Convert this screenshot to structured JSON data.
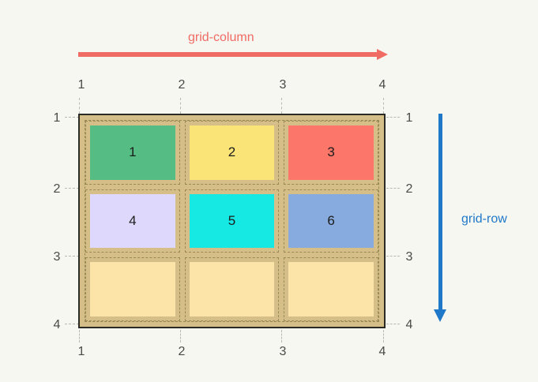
{
  "diagram": {
    "title_column": "grid-column",
    "title_row": "grid-row",
    "background_color": "#f7f7f2",
    "column_axis_color": "#ef6b63",
    "row_axis_color": "#2079c8",
    "gutter_color": "#d6be88",
    "outline_color": "#2b2b26",
    "dash_line_color": "#9a8a56",
    "tick_label_color": "#4a4a48"
  },
  "axes": {
    "column_ticks_top": [
      "1",
      "2",
      "3",
      "4"
    ],
    "column_ticks_bottom": [
      "1",
      "2",
      "3",
      "4"
    ],
    "row_ticks_left": [
      "1",
      "2",
      "3",
      "4"
    ],
    "row_ticks_right": [
      "1",
      "2",
      "3",
      "4"
    ]
  },
  "grid": {
    "rows": 3,
    "columns": 3,
    "cells": [
      {
        "label": "1",
        "color": "#55bc83",
        "empty": false
      },
      {
        "label": "2",
        "color": "#fbe477",
        "empty": false
      },
      {
        "label": "3",
        "color": "#fc766a",
        "empty": false
      },
      {
        "label": "4",
        "color": "#ded9fc",
        "empty": false
      },
      {
        "label": "5",
        "color": "#16e8e3",
        "empty": false
      },
      {
        "label": "6",
        "color": "#87aadf",
        "empty": false
      },
      {
        "label": "",
        "color": "#fce3a8",
        "empty": true
      },
      {
        "label": "",
        "color": "#fce3a8",
        "empty": true
      },
      {
        "label": "",
        "color": "#fce3a8",
        "empty": true
      }
    ]
  }
}
